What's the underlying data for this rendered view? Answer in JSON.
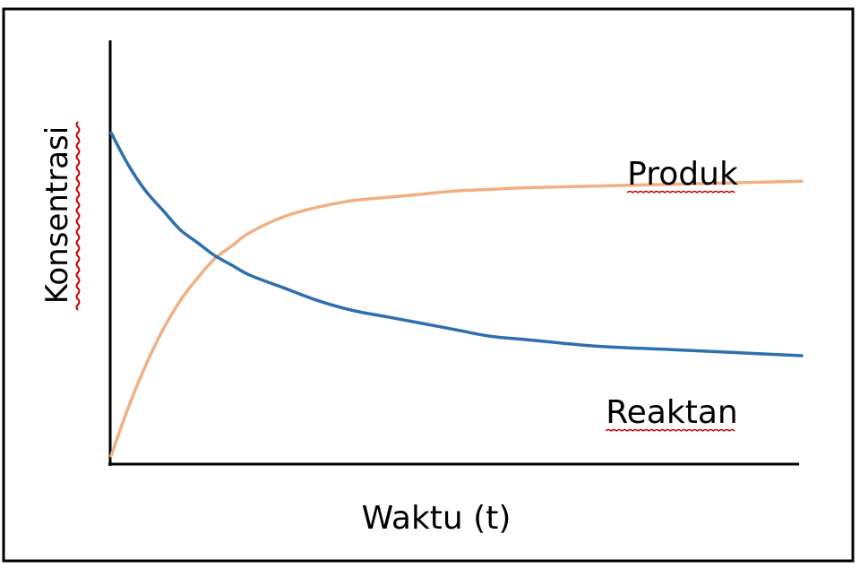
{
  "chart_data": {
    "type": "line",
    "title": "",
    "xlabel": "Waktu (t)",
    "ylabel": "Konsentrasi",
    "axes_ticks": false,
    "grid": false,
    "legend": "none",
    "x": [
      0,
      0.25,
      0.5,
      0.75,
      1,
      1.25,
      1.5,
      1.75,
      2,
      2.5,
      3,
      3.5,
      4,
      4.5,
      5,
      5.5,
      6,
      7,
      8,
      9,
      10
    ],
    "series": [
      {
        "name": "Reaktan",
        "color": "#2e6fad",
        "values": [
          1.0,
          0.9,
          0.82,
          0.76,
          0.7,
          0.66,
          0.62,
          0.59,
          0.56,
          0.52,
          0.48,
          0.45,
          0.43,
          0.41,
          0.39,
          0.37,
          0.36,
          0.34,
          0.33,
          0.32,
          0.31
        ]
      },
      {
        "name": "Produk",
        "color": "#f0b083",
        "values": [
          0.0,
          0.15,
          0.28,
          0.39,
          0.48,
          0.55,
          0.61,
          0.65,
          0.69,
          0.74,
          0.77,
          0.79,
          0.8,
          0.81,
          0.82,
          0.825,
          0.83,
          0.835,
          0.84,
          0.845,
          0.85
        ]
      }
    ],
    "xlim": [
      0,
      10
    ],
    "ylim": [
      -0.02,
      1.3
    ]
  }
}
